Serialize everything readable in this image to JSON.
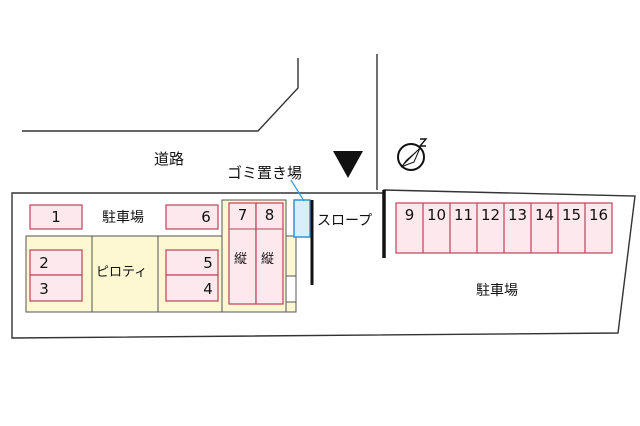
{
  "labels": {
    "road": "道路",
    "garbage": "ゴミ置き場",
    "parking_left": "駐車場",
    "parking_right": "駐車場",
    "pilotis": "ピロティ",
    "slope": "スロープ",
    "tandem_a": "縦",
    "tandem_b": "縦"
  },
  "spots": {
    "s1": "1",
    "s2": "2",
    "s3": "3",
    "s4": "4",
    "s5": "5",
    "s6": "6",
    "s7": "7",
    "s8": "8",
    "right": [
      "9",
      "10",
      "11",
      "12",
      "13",
      "14",
      "15",
      "16"
    ]
  },
  "icons": {
    "entrance": "entrance-arrow-icon",
    "north": "north-compass-icon"
  },
  "colors": {
    "spot_fill": "#fde8ee",
    "spot_border": "#c0405a",
    "building_fill": "#fdf8d2",
    "garbage_fill": "#d8eefa",
    "garbage_border": "#3a9ad6",
    "outline": "#333333"
  }
}
